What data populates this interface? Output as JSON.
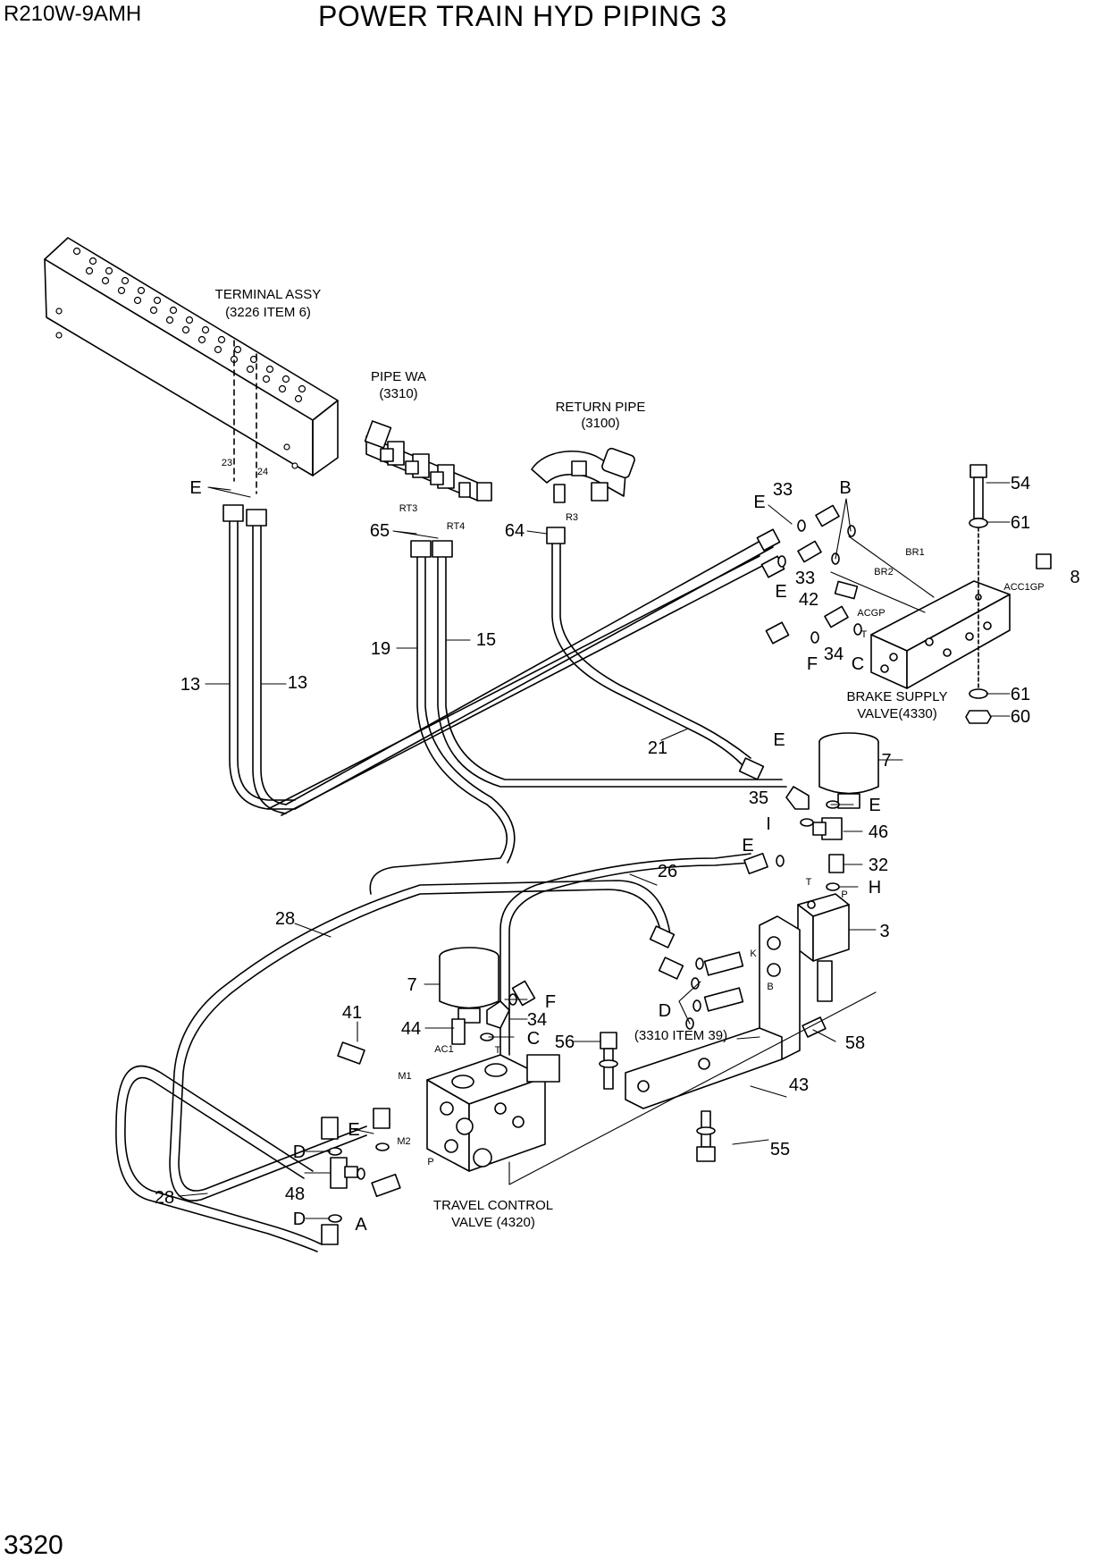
{
  "header": {
    "model": "R210W-9AMH",
    "title": "POWER TRAIN HYD PIPING 3"
  },
  "footer": {
    "page_number": "3320"
  },
  "assembly_labels": [
    {
      "id": "terminal-assy",
      "lines": [
        "TERMINAL ASSY",
        "(3226 ITEM 6)"
      ]
    },
    {
      "id": "pipe-wa",
      "lines": [
        "PIPE WA",
        "(3310)"
      ]
    },
    {
      "id": "return-pipe",
      "lines": [
        "RETURN PIPE",
        "(3100)"
      ]
    },
    {
      "id": "brake-supply-valve",
      "lines": [
        "BRAKE SUPPLY",
        "VALVE(4330)"
      ]
    },
    {
      "id": "travel-control-valve",
      "lines": [
        "TRAVEL CONTROL",
        "VALVE (4320)"
      ]
    },
    {
      "id": "item-39",
      "lines": [
        "(3310 ITEM 39)"
      ]
    }
  ],
  "port_labels": [
    "23",
    "24",
    "RT3",
    "RT4",
    "R3",
    "BR1",
    "BR2",
    "ACGP",
    "T",
    "ACC1GP",
    "T",
    "P",
    "K",
    "B",
    "AC1",
    "T",
    "M1",
    "M2",
    "P"
  ],
  "callouts": [
    "E",
    "13",
    "13",
    "65",
    "19",
    "15",
    "64",
    "E",
    "33",
    "B",
    "E",
    "33",
    "42",
    "F",
    "34",
    "C",
    "54",
    "61",
    "8",
    "61",
    "60",
    "21",
    "E",
    "7",
    "35",
    "E",
    "I",
    "46",
    "E",
    "26",
    "32",
    "H",
    "3",
    "28",
    "7",
    "F",
    "34",
    "C",
    "41",
    "44",
    "D",
    "56",
    "58",
    "43",
    "55",
    "E",
    "D",
    "48",
    "D",
    "A",
    "28"
  ]
}
